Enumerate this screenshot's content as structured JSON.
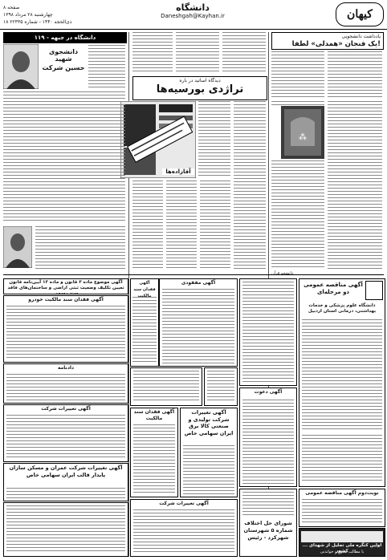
{
  "header": {
    "logo": "کیهان",
    "section": "دانشگاه",
    "url": "Daneshgah@Kayhan.ir",
    "page": "صفحه ۸",
    "date_line": "چهارشنبه ۲۸ مرداد ۱۳۹۸",
    "issue_line": "۱۸ ذی‌الحجه ۱۴۴۰ - شماره ۲۲۳۳۵"
  },
  "columns": {
    "right": {
      "kicker": "یادداشت دانشجویی",
      "headline": "یک فنجان «همدلی» لطفا!",
      "byline": "دانشجو قرآن"
    },
    "center": {
      "kicker": "دیدگاه اساتید در باره",
      "headline": "تراژدی بورسیه‌ها",
      "poster_caption": "آقازاده‌ها"
    },
    "left": {
      "box_title": "دانشگاه در جبهه - ۱۱۹",
      "martyr_label": "دانشجوی شهید",
      "martyr_name": "حسین شرکت"
    }
  },
  "ads": {
    "tender_title": "آگهی مناقصه عمومی دو مرحله‌ای",
    "tender_org": "دانشگاه علوم پزشکی و خدمات بهداشتی، درمانی استان اردبیل",
    "notice_kayhan": "آگهی تغییرات شرکت",
    "notice_factory": "آگهی تغییرات شرکت تولیدی و صنعتی کالا برق ایران سهامی خاص",
    "notice_loss_a": "آگهی مفقودی",
    "notice_loss_b": "آگهی فقدان سند مالکیت",
    "notice_article13": "آگهی موضوع ماده ۳ قانون و ماده ۱۳ آیین‌نامه قانون تعیین تکلیف وضعیت ثبتی اراضی و ساختمان‌های فاقد سند رسمی",
    "notice_registry": "آگهی فقدان سند مالکیت",
    "notice_invite": "آگهی دعوت",
    "notice_city": "شورای حل اختلاف شماره ۵ شهرستان شهرکرد - رئیس",
    "notice_left1": "آگهی فقدان سند مالکیت خودرو",
    "notice_left2": "دادنامه",
    "notice_left3": "آگهی تغییرات شرکت",
    "notice_left4": "آگهی تغییرات شرکت عمران و مسکن سازان پایدار قالب ایران سهامی خاص",
    "notice_council": "نوبت‌دوم آگهی مناقصه عمومی",
    "banner_bottom": "اولین کنگره ملی تجلیل از شهدای ... کشور",
    "banner_bottom2": "با مطالب متنوع و خواندنی"
  }
}
